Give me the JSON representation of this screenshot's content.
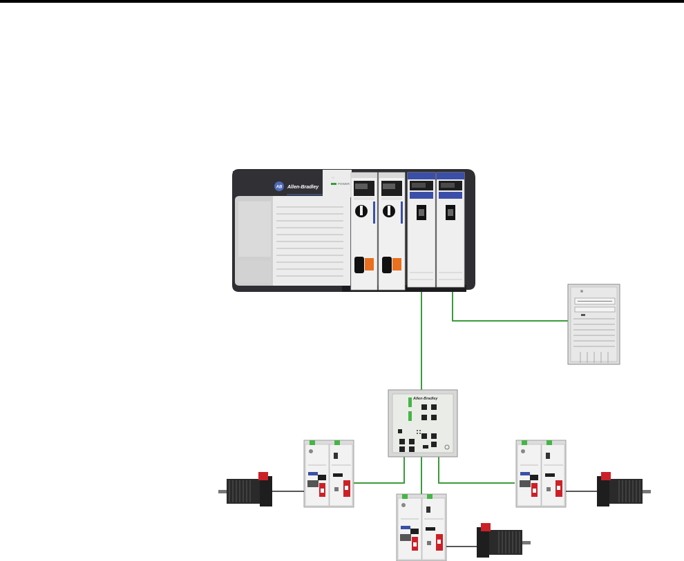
{
  "chassis": {
    "brand": "Allen-Bradley",
    "logo_text": "AB",
    "power_label": "POWER"
  },
  "switch": {
    "brand": "Allen-Bradley"
  },
  "colors": {
    "cable": "#3a9b3a",
    "chassis_dark": "#2e2e33",
    "module_accent": "#3b4fa8",
    "orange_button": "#e8701e",
    "drive_red": "#cc2028",
    "motor_body": "#2a2a2a"
  },
  "icons": [
    "controllogix-chassis",
    "workstation-computer",
    "ethernet-switch",
    "servo-drive",
    "servo-motor"
  ]
}
